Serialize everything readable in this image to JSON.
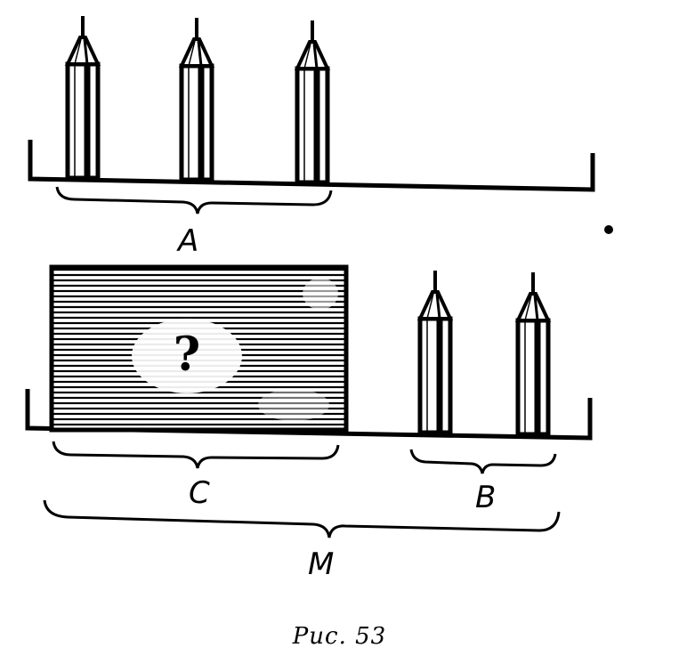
{
  "figure": {
    "labels": {
      "a": "A",
      "c": "C",
      "b": "B",
      "m": "M",
      "unknown": "?"
    },
    "row_top_pencils": 3,
    "row_bottom_pencils": 2,
    "caption": "Рис. 53"
  },
  "colors": {
    "ink": "#000000",
    "paper": "#ffffff"
  }
}
